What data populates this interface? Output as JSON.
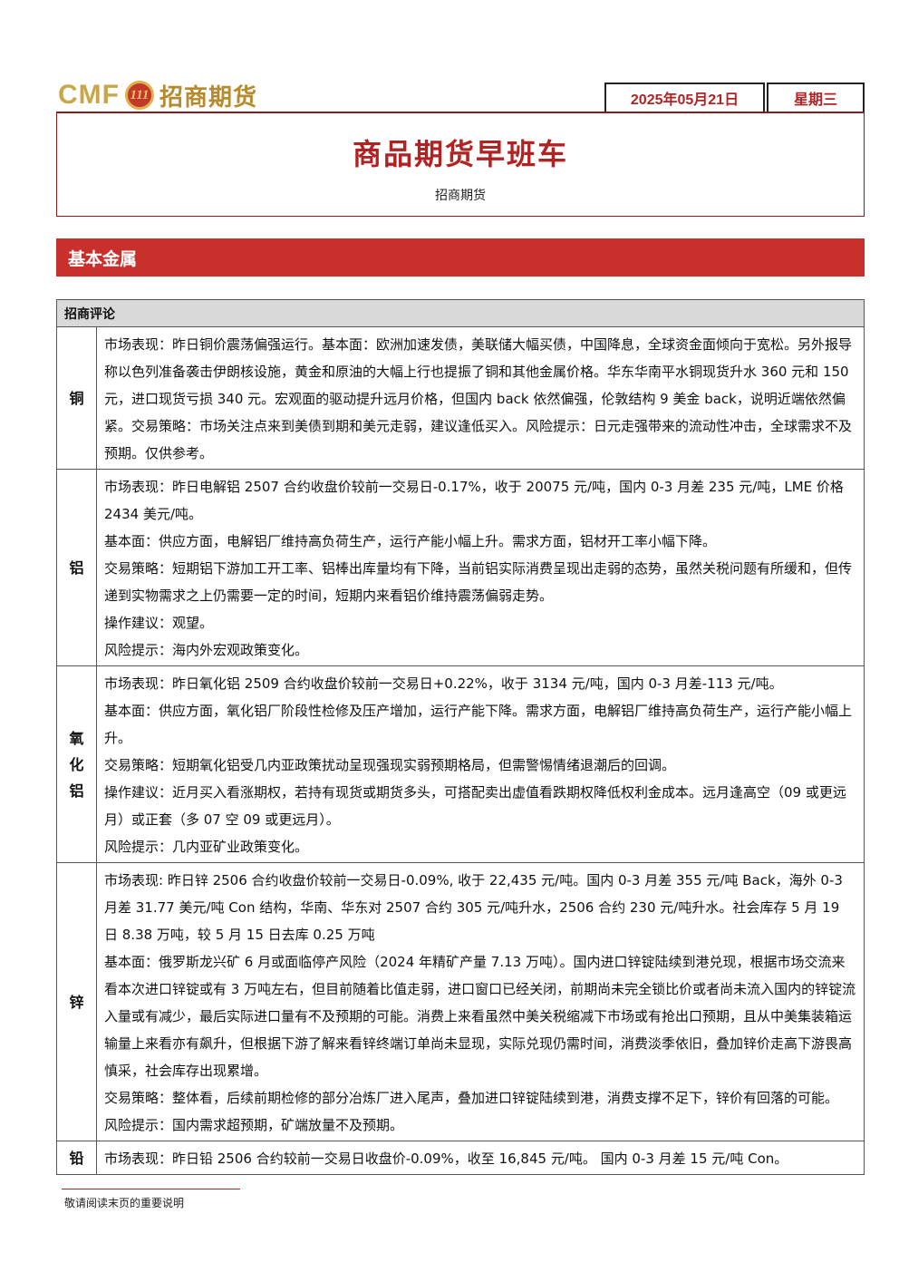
{
  "header": {
    "logo_text": "CMF",
    "logo_badge": "111",
    "logo_company": "招商期货",
    "date": "2025年05月21日",
    "weekday": "星期三",
    "title": "商品期货早班车",
    "subtitle": "招商期货"
  },
  "section": {
    "title": "基本金属"
  },
  "table": {
    "header": "招商评论",
    "rows": [
      {
        "metal": "铜",
        "paragraphs": [
          "市场表现：昨日铜价震荡偏强运行。基本面：欧洲加速发债，美联储大幅买债，中国降息，全球资金面倾向于宽松。另外报导称以色列准备袭击伊朗核设施，黄金和原油的大幅上行也提振了铜和其他金属价格。华东华南平水铜现货升水 360 元和 150 元，进口现货亏损 340 元。宏观面的驱动提升远月价格，但国内 back 依然偏强，伦敦结构 9 美金 back，说明近端依然偏紧。交易策略：市场关注点来到美债到期和美元走弱，建议逢低买入。风险提示：日元走强带来的流动性冲击，全球需求不及预期。仅供参考。"
        ]
      },
      {
        "metal": "铝",
        "paragraphs": [
          "市场表现：昨日电解铝 2507 合约收盘价较前一交易日-0.17%，收于 20075 元/吨，国内 0-3 月差 235 元/吨，LME 价格 2434 美元/吨。",
          "基本面：供应方面，电解铝厂维持高负荷生产，运行产能小幅上升。需求方面，铝材开工率小幅下降。",
          "交易策略：短期铝下游加工开工率、铝棒出库量均有下降，当前铝实际消费呈现出走弱的态势，虽然关税问题有所缓和，但传递到实物需求之上仍需要一定的时间，短期内来看铝价维持震荡偏弱走势。",
          "操作建议：观望。",
          "风险提示：海内外宏观政策变化。"
        ]
      },
      {
        "metal": "氧化铝",
        "paragraphs": [
          "市场表现：昨日氧化铝 2509 合约收盘价较前一交易日+0.22%，收于 3134 元/吨，国内 0-3 月差-113 元/吨。",
          "基本面：供应方面，氧化铝厂阶段性检修及压产增加，运行产能下降。需求方面，电解铝厂维持高负荷生产，运行产能小幅上升。",
          "交易策略：短期氧化铝受几内亚政策扰动呈现强现实弱预期格局，但需警惕情绪退潮后的回调。",
          "操作建议：近月买入看涨期权，若持有现货或期货多头，可搭配卖出虚值看跌期权降低权利金成本。远月逢高空（09 或更远月）或正套（多 07 空 09 或更远月）。",
          "风险提示：几内亚矿业政策变化。"
        ]
      },
      {
        "metal": "锌",
        "paragraphs": [
          "市场表现: 昨日锌 2506 合约收盘价较前一交易日-0.09%, 收于 22,435 元/吨。国内 0-3 月差 355  元/吨 Back，海外 0-3 月差 31.77 美元/吨 Con 结构，华南、华东对 2507 合约 305 元/吨升水，2506 合约 230 元/吨升水。社会库存 5 月 19 日 8.38 万吨，较 5 月 15 日去库 0.25 万吨",
          "基本面：俄罗斯龙兴矿 6 月或面临停产风险（2024 年精矿产量 7.13 万吨）。国内进口锌锭陆续到港兑现，根据市场交流来看本次进口锌锭或有 3 万吨左右，但目前随着比值走弱，进口窗口已经关闭，前期尚未完全锁比价或者尚未流入国内的锌锭流入量或有减少，最后实际进口量有不及预期的可能。消费上来看虽然中美关税缩减下市场或有抢出口预期，且从中美集装箱运输量上来看亦有飙升，但根据下游了解来看锌终端订单尚未显现，实际兑现仍需时间，消费淡季依旧，叠加锌价走高下游畏高慎采，社会库存出现累增。",
          "交易策略：整体看，后续前期检修的部分冶炼厂进入尾声，叠加进口锌锭陆续到港，消费支撑不足下，锌价有回落的可能。",
          "风险提示：国内需求超预期，矿端放量不及预期。"
        ]
      },
      {
        "metal": "铅",
        "paragraphs": [
          "市场表现：昨日铅 2506 合约较前一交易日收盘价-0.09%，收至 16,845 元/吨。 国内 0-3 月差 15 元/吨 Con。"
        ]
      }
    ]
  },
  "footer": {
    "note": "敬请阅读末页的重要说明"
  },
  "colors": {
    "brand_red": "#c9302c",
    "title_red": "#b22222",
    "logo_gold": "#c9a64a",
    "header_gray": "#d9d9d9"
  }
}
